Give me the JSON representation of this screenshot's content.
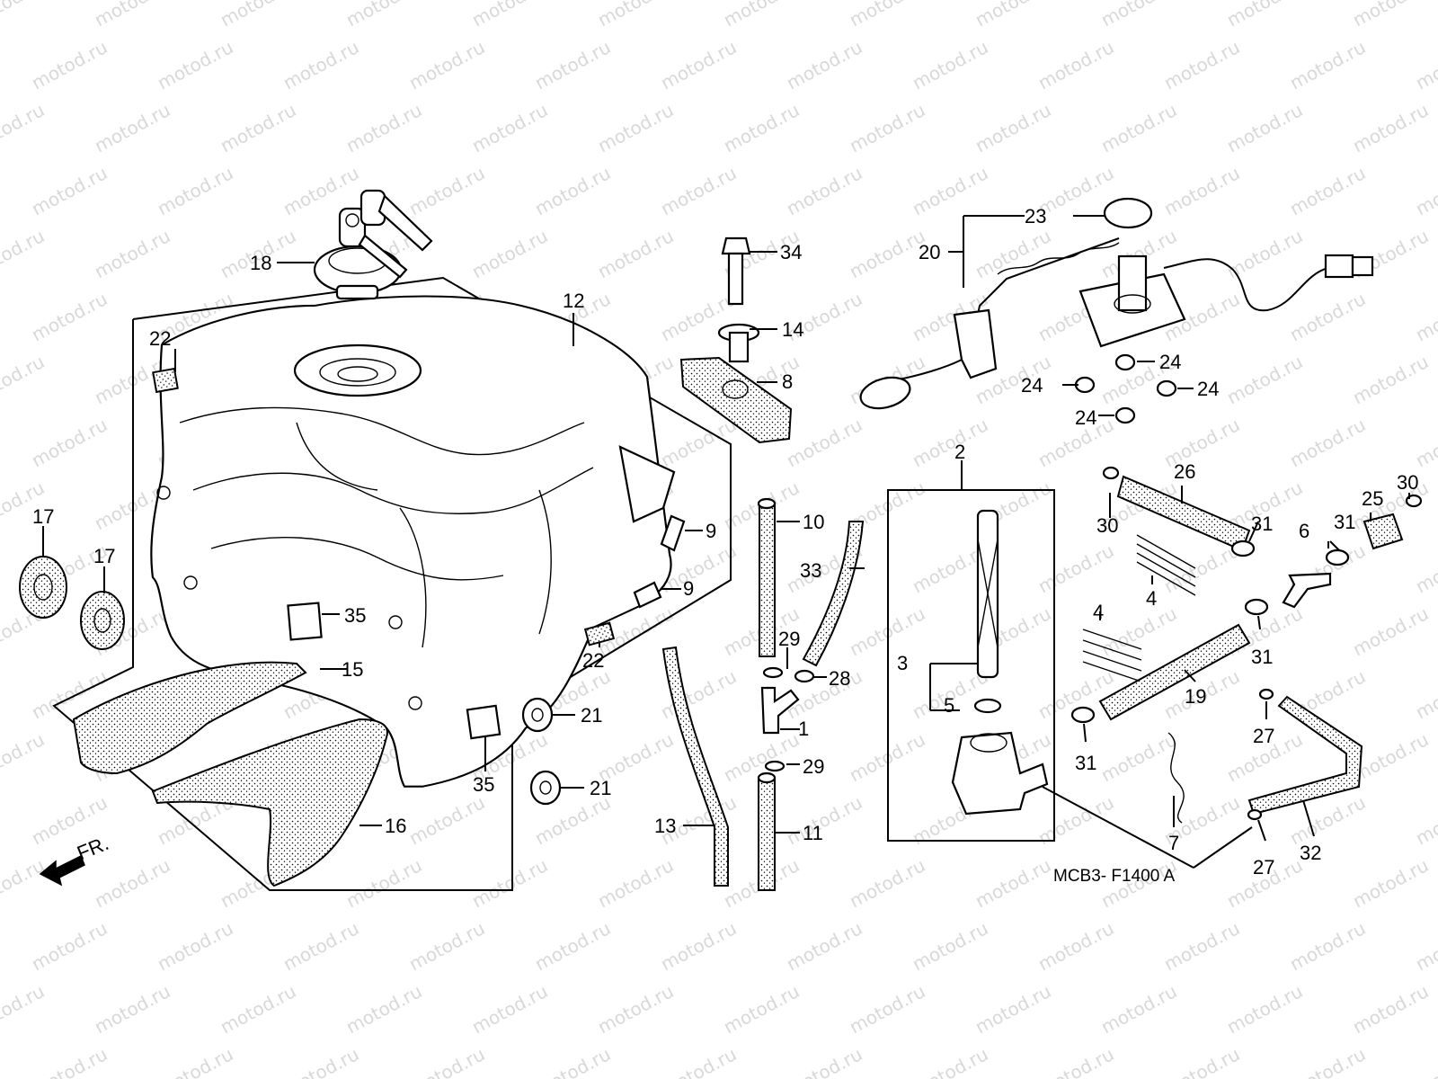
{
  "watermark": "motod.ru",
  "diagram_code": "MCB3- F1400 A",
  "front_marker": "FR.",
  "callouts": [
    "1",
    "2",
    "3",
    "4",
    "4",
    "5",
    "6",
    "7",
    "8",
    "9",
    "9",
    "10",
    "11",
    "12",
    "13",
    "14",
    "15",
    "16",
    "17",
    "17",
    "18",
    "19",
    "20",
    "21",
    "21",
    "22",
    "22",
    "23",
    "24",
    "24",
    "24",
    "24",
    "25",
    "26",
    "27",
    "27",
    "28",
    "29",
    "29",
    "30",
    "30",
    "31",
    "31",
    "31",
    "31",
    "32",
    "33",
    "34",
    "35",
    "35"
  ]
}
